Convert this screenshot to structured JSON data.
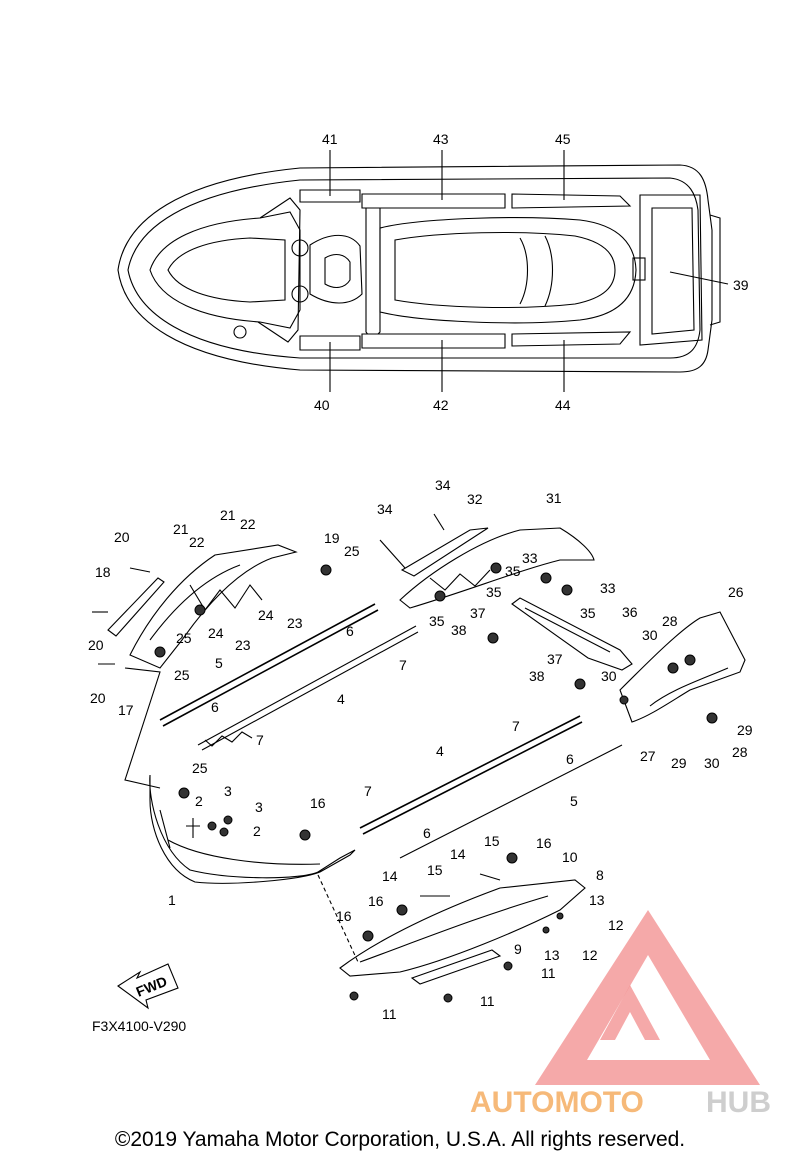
{
  "diagram_code": "F3X4100-V290",
  "fwd_label": "FWD",
  "copyright": "©2019 Yamaha Motor Corporation, U.S.A. All rights reserved.",
  "watermark": {
    "part1": "AUTOMOTO",
    "part2": "HUB",
    "color1": "#f6b26b",
    "color2": "#c9c9c9",
    "logo_color": "#f08080"
  },
  "top_view_labels": [
    "41",
    "43",
    "45",
    "39",
    "40",
    "42",
    "44"
  ],
  "callouts": [
    "1",
    "2",
    "2",
    "3",
    "3",
    "4",
    "4",
    "5",
    "5",
    "6",
    "6",
    "6",
    "6",
    "7",
    "7",
    "7",
    "7",
    "8",
    "9",
    "10",
    "11",
    "11",
    "11",
    "12",
    "12",
    "13",
    "13",
    "14",
    "14",
    "15",
    "15",
    "16",
    "16",
    "16",
    "16",
    "17",
    "18",
    "19",
    "20",
    "20",
    "20",
    "21",
    "21",
    "22",
    "22",
    "23",
    "23",
    "24",
    "24",
    "25",
    "25",
    "25",
    "25",
    "26",
    "27",
    "28",
    "28",
    "29",
    "29",
    "30",
    "30",
    "30",
    "31",
    "32",
    "33",
    "33",
    "34",
    "34",
    "35",
    "35",
    "35",
    "35",
    "36",
    "37",
    "37",
    "38",
    "38"
  ]
}
